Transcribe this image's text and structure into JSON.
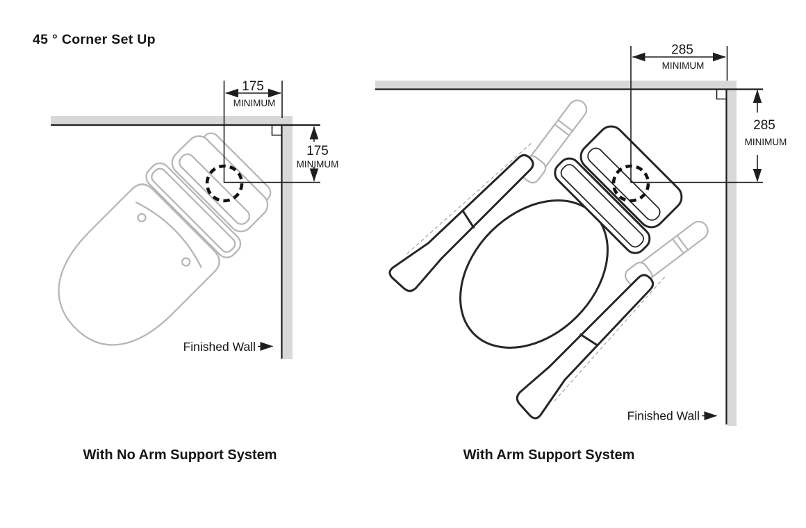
{
  "title": "45 ° Corner Set Up",
  "colors": {
    "wall_fill": "#d8d8d8",
    "line_dark": "#1f1f1f",
    "ghost_gray": "#b6b6b6"
  },
  "left_diagram": {
    "caption": "With No Arm Support System",
    "wall_label": "Finished Wall",
    "horizontal_dimension": {
      "value": "175",
      "qualifier": "MINIMUM"
    },
    "vertical_dimension": {
      "value": "175",
      "qualifier": "MINIMUM"
    }
  },
  "right_diagram": {
    "caption": "With Arm Support System",
    "wall_label": "Finished Wall",
    "horizontal_dimension": {
      "value": "285",
      "qualifier": "MINIMUM"
    },
    "vertical_dimension": {
      "value": "285",
      "qualifier": "MINIMUM"
    }
  }
}
